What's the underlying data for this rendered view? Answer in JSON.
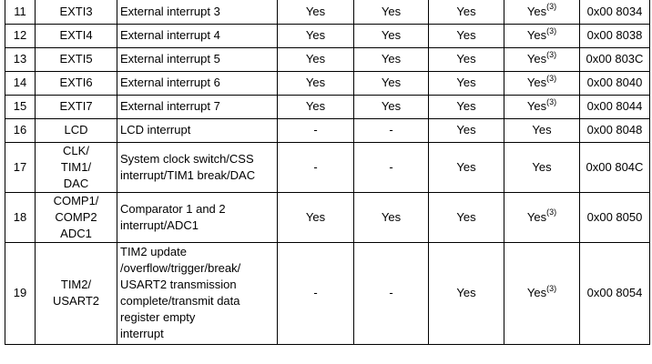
{
  "table": {
    "rows": [
      {
        "num": "11",
        "source": "EXTI3",
        "description": "External interrupt 3",
        "c1": "Yes",
        "c2": "Yes",
        "c3": "Yes",
        "c4": "Yes",
        "c4_note": "(3)",
        "address": "0x00 8034"
      },
      {
        "num": "12",
        "source": "EXTI4",
        "description": "External interrupt 4",
        "c1": "Yes",
        "c2": "Yes",
        "c3": "Yes",
        "c4": "Yes",
        "c4_note": "(3)",
        "address": "0x00 8038"
      },
      {
        "num": "13",
        "source": "EXTI5",
        "description": "External interrupt 5",
        "c1": "Yes",
        "c2": "Yes",
        "c3": "Yes",
        "c4": "Yes",
        "c4_note": "(3)",
        "address": "0x00 803C"
      },
      {
        "num": "14",
        "source": "EXTI6",
        "description": "External interrupt 6",
        "c1": "Yes",
        "c2": "Yes",
        "c3": "Yes",
        "c4": "Yes",
        "c4_note": "(3)",
        "address": "0x00 8040"
      },
      {
        "num": "15",
        "source": "EXTI7",
        "description": "External interrupt 7",
        "c1": "Yes",
        "c2": "Yes",
        "c3": "Yes",
        "c4": "Yes",
        "c4_note": "(3)",
        "address": "0x00 8044"
      },
      {
        "num": "16",
        "source": "LCD",
        "description": "LCD interrupt",
        "c1": "-",
        "c2": "-",
        "c3": "Yes",
        "c4": "Yes",
        "c4_note": "",
        "address": "0x00 8048"
      },
      {
        "num": "17",
        "source": "CLK/\nTIM1/\nDAC",
        "description": "System clock switch/CSS\ninterrupt/TIM1 break/DAC",
        "c1": "-",
        "c2": "-",
        "c3": "Yes",
        "c4": "Yes",
        "c4_note": "",
        "address": "0x00 804C"
      },
      {
        "num": "18",
        "source": "COMP1/\nCOMP2\nADC1",
        "description": "Comparator 1 and 2\ninterrupt/ADC1",
        "c1": "Yes",
        "c2": "Yes",
        "c3": "Yes",
        "c4": "Yes",
        "c4_note": "(3)",
        "address": "0x00 8050"
      },
      {
        "num": "19",
        "source": "TIM2/\nUSART2",
        "description": "TIM2 update\n/overflow/trigger/break/\nUSART2 transmission\ncomplete/transmit data\nregister empty\ninterrupt",
        "c1": "-",
        "c2": "-",
        "c3": "Yes",
        "c4": "Yes",
        "c4_note": "(3)",
        "address": "0x00 8054"
      }
    ]
  }
}
